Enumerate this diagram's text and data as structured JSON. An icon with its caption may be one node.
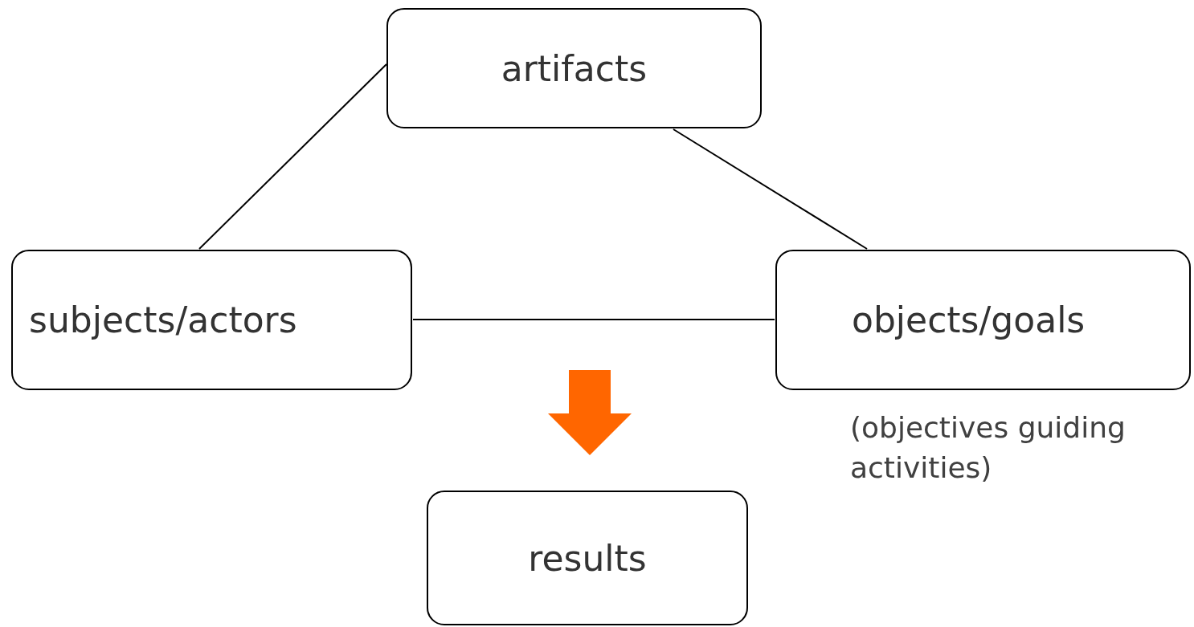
{
  "diagram": {
    "nodes": [
      {
        "text": [
          "artifacts"
        ]
      },
      {
        "text": [
          "subjects/actors"
        ]
      },
      {
        "text": [
          "objects/goals"
        ],
        "beside": [
          "(objectives guiding activities)"
        ]
      },
      {
        "text": [
          "results"
        ]
      }
    ],
    "edges": [
      {
        "from": 1,
        "to": 0,
        "arrow": "none"
      },
      {
        "from": 0,
        "to": 2,
        "arrow": "none"
      },
      {
        "from": 1,
        "to": 2,
        "arrow": "none"
      },
      {
        "from": null,
        "to": 3,
        "arrow": "to",
        "style": "thick",
        "color": "#ff6600"
      }
    ]
  }
}
